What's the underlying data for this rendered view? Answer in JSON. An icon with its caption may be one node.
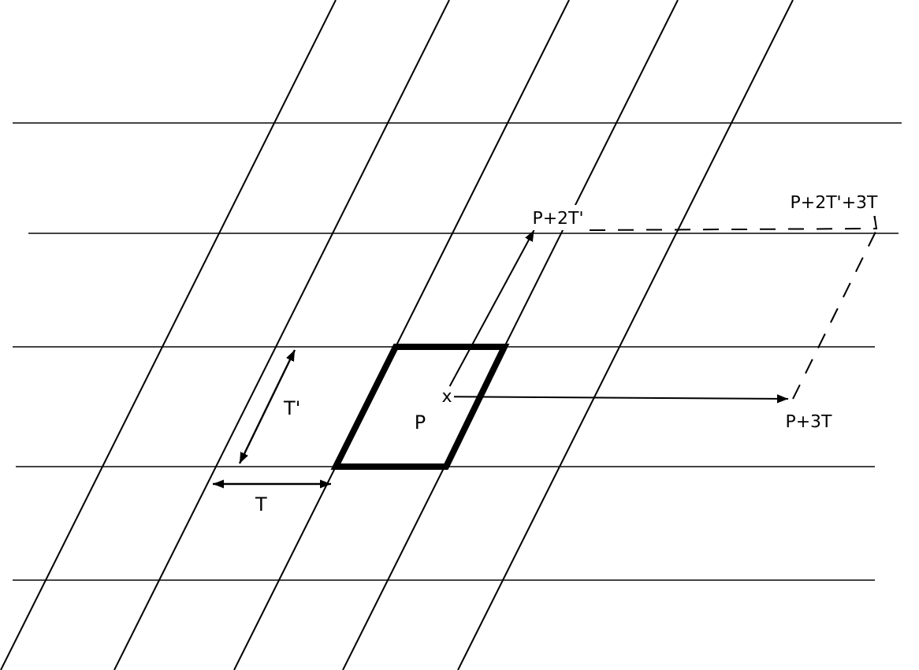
{
  "diagram": {
    "nodes": [
      {
        "text": [
          "P"
        ]
      },
      {
        "text": [
          "x"
        ],
        "in": 0
      },
      {
        "text": [
          "P+2T'"
        ]
      },
      {
        "text": [
          "P+3T"
        ]
      },
      {
        "text": [
          "P+2T'+3T"
        ]
      }
    ],
    "edges": [
      {
        "from": 1,
        "to": 2,
        "arrow": "to"
      },
      {
        "from": 1,
        "to": 3,
        "arrow": "to"
      },
      {
        "from": 2,
        "to": 4,
        "arrow": "none",
        "style": "dashed"
      },
      {
        "from": 3,
        "to": 4,
        "arrow": "none",
        "style": "dashed"
      }
    ],
    "labels": [
      "T'",
      "T"
    ]
  }
}
